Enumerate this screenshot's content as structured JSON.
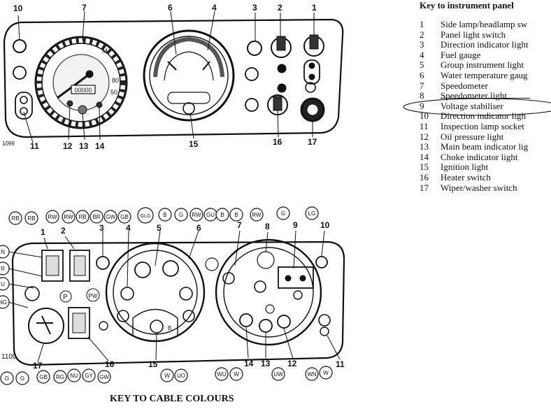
{
  "key": {
    "title": "Key to instrument panel",
    "items": [
      {
        "n": "1",
        "label": "Side lamp/headlamp sw"
      },
      {
        "n": "2",
        "label": "Panel light switch"
      },
      {
        "n": "3",
        "label": "Direction indicator light"
      },
      {
        "n": "4",
        "label": "Fuel gauge"
      },
      {
        "n": "5",
        "label": "Group instrument light"
      },
      {
        "n": "6",
        "label": "Water temperature gaug"
      },
      {
        "n": "7",
        "label": "Speedometer"
      },
      {
        "n": "8",
        "label": "Speedometer light"
      },
      {
        "n": "9",
        "label": "Voltage stabiliser"
      },
      {
        "n": "10",
        "label": "Direction indicator ligh"
      },
      {
        "n": "11",
        "label": "Inspection lamp socket"
      },
      {
        "n": "12",
        "label": "Oil pressure light"
      },
      {
        "n": "13",
        "label": "Main beam indicator lig"
      },
      {
        "n": "14",
        "label": "Choke indicator light"
      },
      {
        "n": "15",
        "label": "Ignition light"
      },
      {
        "n": "16",
        "label": "Heater switch"
      },
      {
        "n": "17",
        "label": "Wiper/washer switch"
      }
    ]
  },
  "caption": "KEY TO CABLE COLOURS",
  "top_figure": {
    "figure_number": "1099",
    "callouts": [
      "10",
      "7",
      "6",
      "4",
      "3",
      "2",
      "1",
      "11",
      "12",
      "13",
      "14",
      "15",
      "16",
      "17"
    ],
    "odometer": "00000"
  },
  "bottom_figure": {
    "figure_number": "1100",
    "callouts": [
      "1",
      "2",
      "3",
      "4",
      "5",
      "6",
      "7",
      "8",
      "9",
      "10",
      "11",
      "12",
      "13",
      "14",
      "15",
      "16",
      "17"
    ],
    "cable_colours_top": [
      "RB",
      "RB",
      "RW",
      "RW",
      "RB",
      "BR",
      "GW",
      "GB",
      "GLG",
      "B",
      "G",
      "RW",
      "GU",
      "B",
      "B",
      "RW",
      "G",
      "LG"
    ],
    "cable_colours_left": [
      "N",
      "R",
      "U",
      "NG"
    ],
    "cable_colours_bottom": [
      "G",
      "G",
      "GB",
      "RG",
      "NU",
      "GY",
      "GW",
      "W",
      "UO",
      "WU",
      "W",
      "UW",
      "WN",
      "W"
    ],
    "labels_inside": [
      "P",
      "PW",
      "B"
    ]
  }
}
